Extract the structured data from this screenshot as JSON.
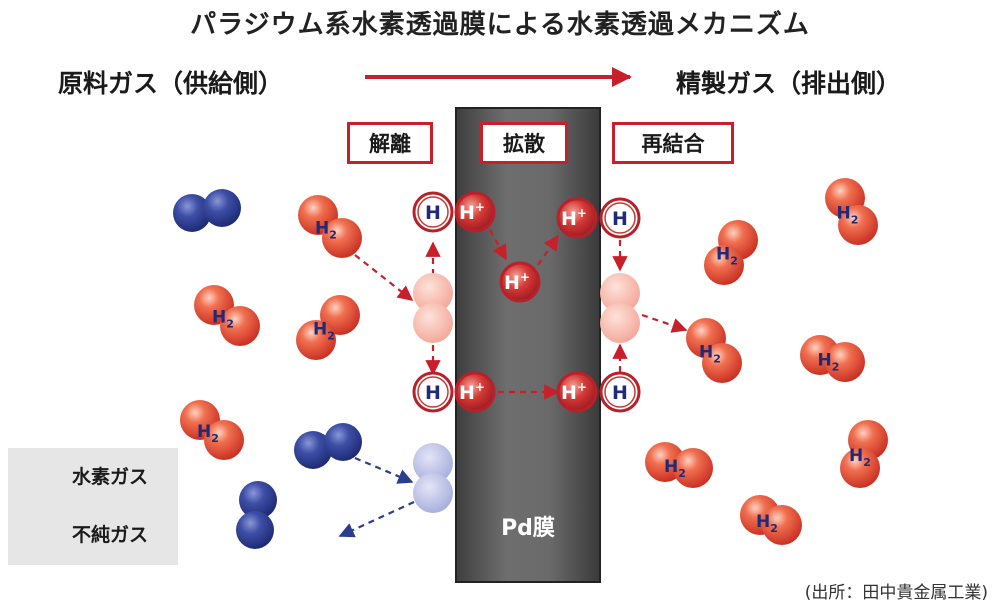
{
  "title": "パラジウム系水素透過膜による水素透過メカニズム",
  "feed_side_label": "原料ガス（供給側）",
  "product_side_label": "精製ガス（排出側）",
  "stages": {
    "dissociation": "解離",
    "diffusion": "拡散",
    "recombination": "再結合"
  },
  "membrane_label": "Pd膜",
  "legend": {
    "hydrogen_gas": "水素ガス",
    "impure_gas": "不純ガス"
  },
  "source": "(出所：田中貴金属工業)",
  "molecule_label": {
    "base": "H",
    "sub": "2"
  },
  "atom_label": "H",
  "proton_label": {
    "base": "H",
    "sup": "+"
  },
  "colors": {
    "hydrogen": "#e8553e",
    "hydrogen_dark": "#b8212a",
    "impurity": "#2e3e8e",
    "membrane": "#5a5a5a",
    "accent_red": "#c8202a",
    "arrow_blue": "#2b3d8f"
  }
}
